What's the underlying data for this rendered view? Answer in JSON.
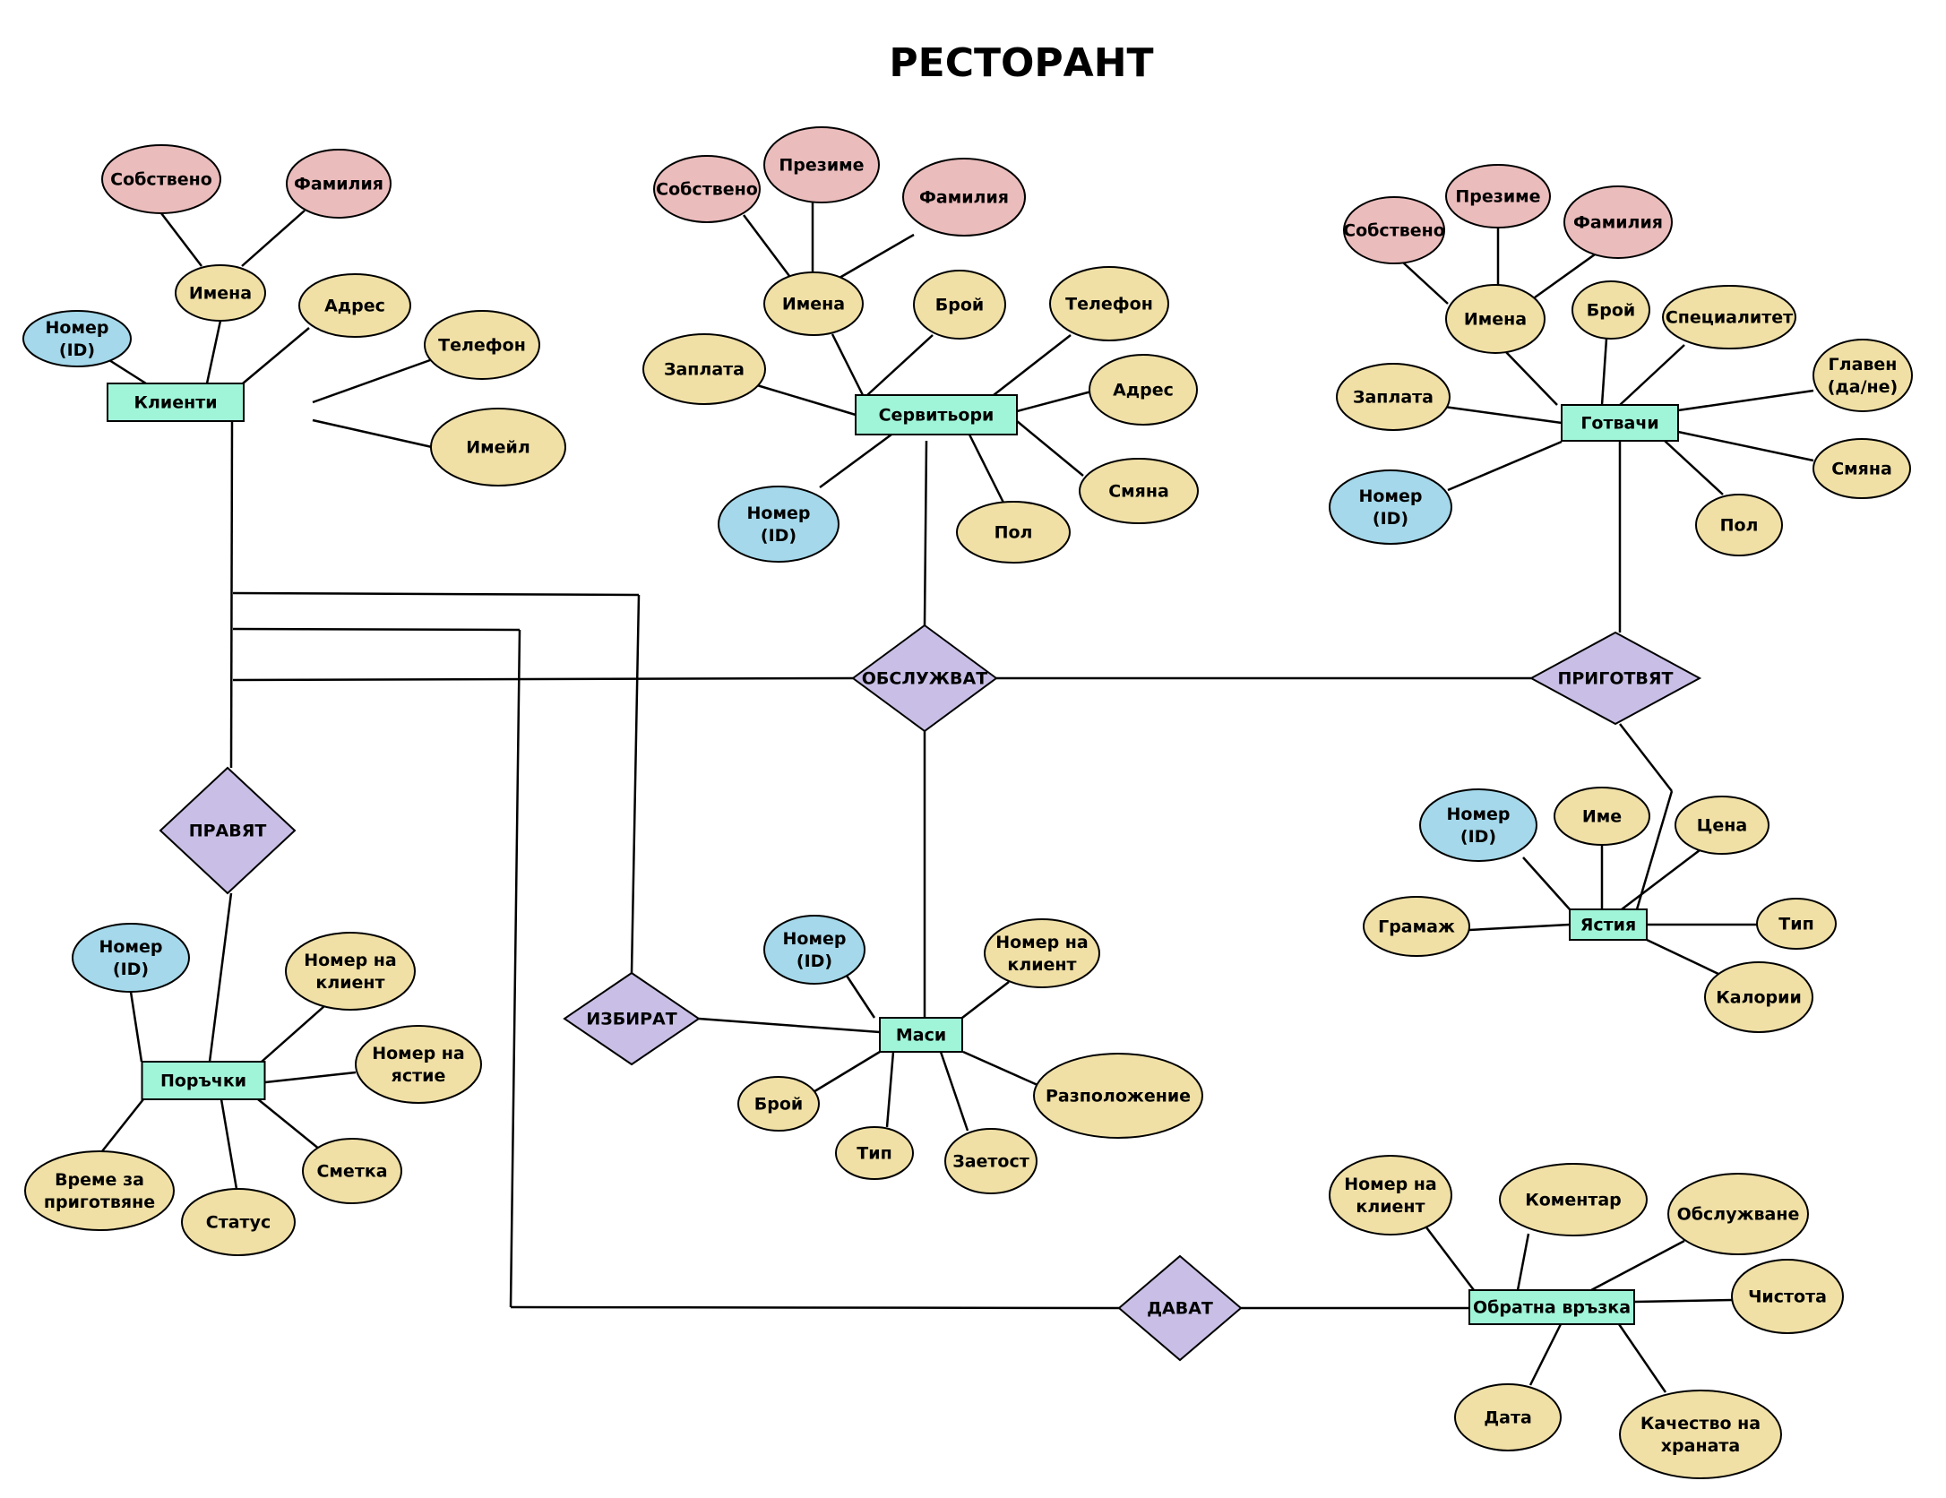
{
  "title": "РЕСТОРАНТ",
  "colors": {
    "entity": "#a0f5d8",
    "relationship": "#c9bfe6",
    "attribute": "#f0e0a6",
    "key_attribute": "#a4d8ea",
    "composite_part": "#ebbcbc",
    "line": "#000000"
  },
  "entities": {
    "klienti": "Клиенти",
    "servitori": "Сервитьори",
    "gotvachi": "Готвачи",
    "poruchki": "Поръчки",
    "masi": "Маси",
    "yastiya": "Ястия",
    "obratna": "Обратна връзка"
  },
  "relationships": {
    "obsluzhvat": "ОБСЛУЖВАТ",
    "prigotvyat": "ПРИГОТВЯТ",
    "pravyat": "ПРАВЯТ",
    "izbirat": "ИЗБИРАТ",
    "davat": "ДАВАТ"
  },
  "attributes": {
    "k_sobstveno": "Собствено",
    "k_familiya": "Фамилия",
    "k_imena": "Имена",
    "k_adres": "Адрес",
    "k_nomer": "Номер\n(ID)",
    "k_telefon": "Телефон",
    "k_imeyl": "Имейл",
    "s_sobstveno": "Собствено",
    "s_prezime": "Презиме",
    "s_familiya": "Фамилия",
    "s_imena": "Имена",
    "s_broy": "Брой",
    "s_telefon": "Телефон",
    "s_zaplata": "Заплата",
    "s_adres": "Адрес",
    "s_smyana": "Смяна",
    "s_nomer": "Номер\n(ID)",
    "s_pol": "Пол",
    "g_sobstveno": "Собствено",
    "g_prezime": "Презиме",
    "g_familiya": "Фамилия",
    "g_imena": "Имена",
    "g_broy": "Брой",
    "g_specialitet": "Специалитет",
    "g_glaven": "Главен\n(да/не)",
    "g_zaplata": "Заплата",
    "g_smyana": "Смяна",
    "g_nomer": "Номер\n(ID)",
    "g_pol": "Пол",
    "y_nomer": "Номер\n(ID)",
    "y_ime": "Име",
    "y_cena": "Цена",
    "y_gramazh": "Грамаж",
    "y_tip": "Тип",
    "y_kalorii": "Калории",
    "p_nomer": "Номер\n(ID)",
    "p_nomer_klient": "Номер на\nклиент",
    "p_nomer_yastie": "Номер на\nястие",
    "p_vreme": "Време за\nприготвяне",
    "p_smetka": "Сметка",
    "p_status": "Статус",
    "m_nomer": "Номер\n(ID)",
    "m_nomer_klient": "Номер на\nклиент",
    "m_broy": "Брой",
    "m_razpolozhenie": "Разположение",
    "m_tip": "Тип",
    "m_zaetost": "Заетост",
    "o_nomer_klient": "Номер на\nклиент",
    "o_komentar": "Коментар",
    "o_obsluzhvane": "Обслужване",
    "o_chistota": "Чистота",
    "o_data": "Дата",
    "o_kachestvo": "Качество на\nхраната"
  }
}
